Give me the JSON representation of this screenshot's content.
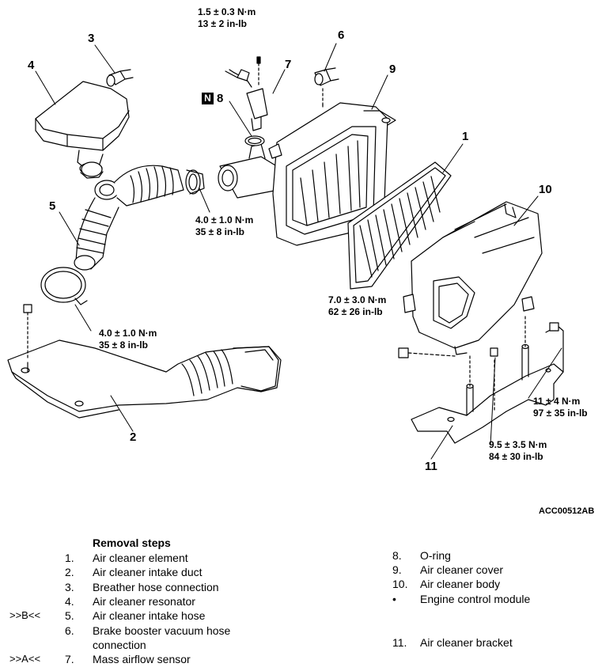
{
  "diagram": {
    "callouts": {
      "c1": "1",
      "c2": "2",
      "c3": "3",
      "c4": "4",
      "c5": "5",
      "c6": "6",
      "c7": "7",
      "c8": "8",
      "c9": "9",
      "c10": "10",
      "c11": "11"
    },
    "n_badge": "N",
    "torques": {
      "t_sensor": [
        "1.5 ± 0.3 N·m",
        "13 ± 2 in-lb"
      ],
      "t_clamp_upper": [
        "4.0 ± 1.0 N·m",
        "35 ± 8 in-lb"
      ],
      "t_clamp_lower": [
        "4.0 ± 1.0 N·m",
        "35 ± 8 in-lb"
      ],
      "t_body_bolt": [
        "7.0 ± 3.0 N·m",
        "62 ± 26 in-lb"
      ],
      "t_bracket_upper": [
        "11 ± 4 N·m",
        "97 ± 35 in-lb"
      ],
      "t_bracket_lower": [
        "9.5 ± 3.5 N·m",
        "84 ± 30 in-lb"
      ]
    },
    "ref_code": "ACC00512AB"
  },
  "removal": {
    "title": "Removal steps",
    "left": [
      {
        "mark": "",
        "num": "1.",
        "text": "Air cleaner element"
      },
      {
        "mark": "",
        "num": "2.",
        "text": "Air cleaner intake duct"
      },
      {
        "mark": "",
        "num": "3.",
        "text": "Breather hose connection"
      },
      {
        "mark": "",
        "num": "4.",
        "text": "Air cleaner resonator"
      },
      {
        "mark": ">>B<<",
        "num": "5.",
        "text": "Air cleaner intake hose"
      },
      {
        "mark": "",
        "num": "6.",
        "text": "Brake booster vacuum hose"
      },
      {
        "mark": "",
        "num": "",
        "text": "connection"
      },
      {
        "mark": ">>A<<",
        "num": "7.",
        "text": "Mass airflow sensor"
      }
    ],
    "right": [
      {
        "num": "8.",
        "text": "O-ring"
      },
      {
        "num": "9.",
        "text": "Air cleaner cover"
      },
      {
        "num": "10.",
        "text": "Air cleaner body"
      },
      {
        "num": "•",
        "text": "Engine control module"
      },
      {
        "num": "",
        "text": ""
      },
      {
        "num": "11.",
        "text": "Air cleaner bracket"
      }
    ]
  }
}
